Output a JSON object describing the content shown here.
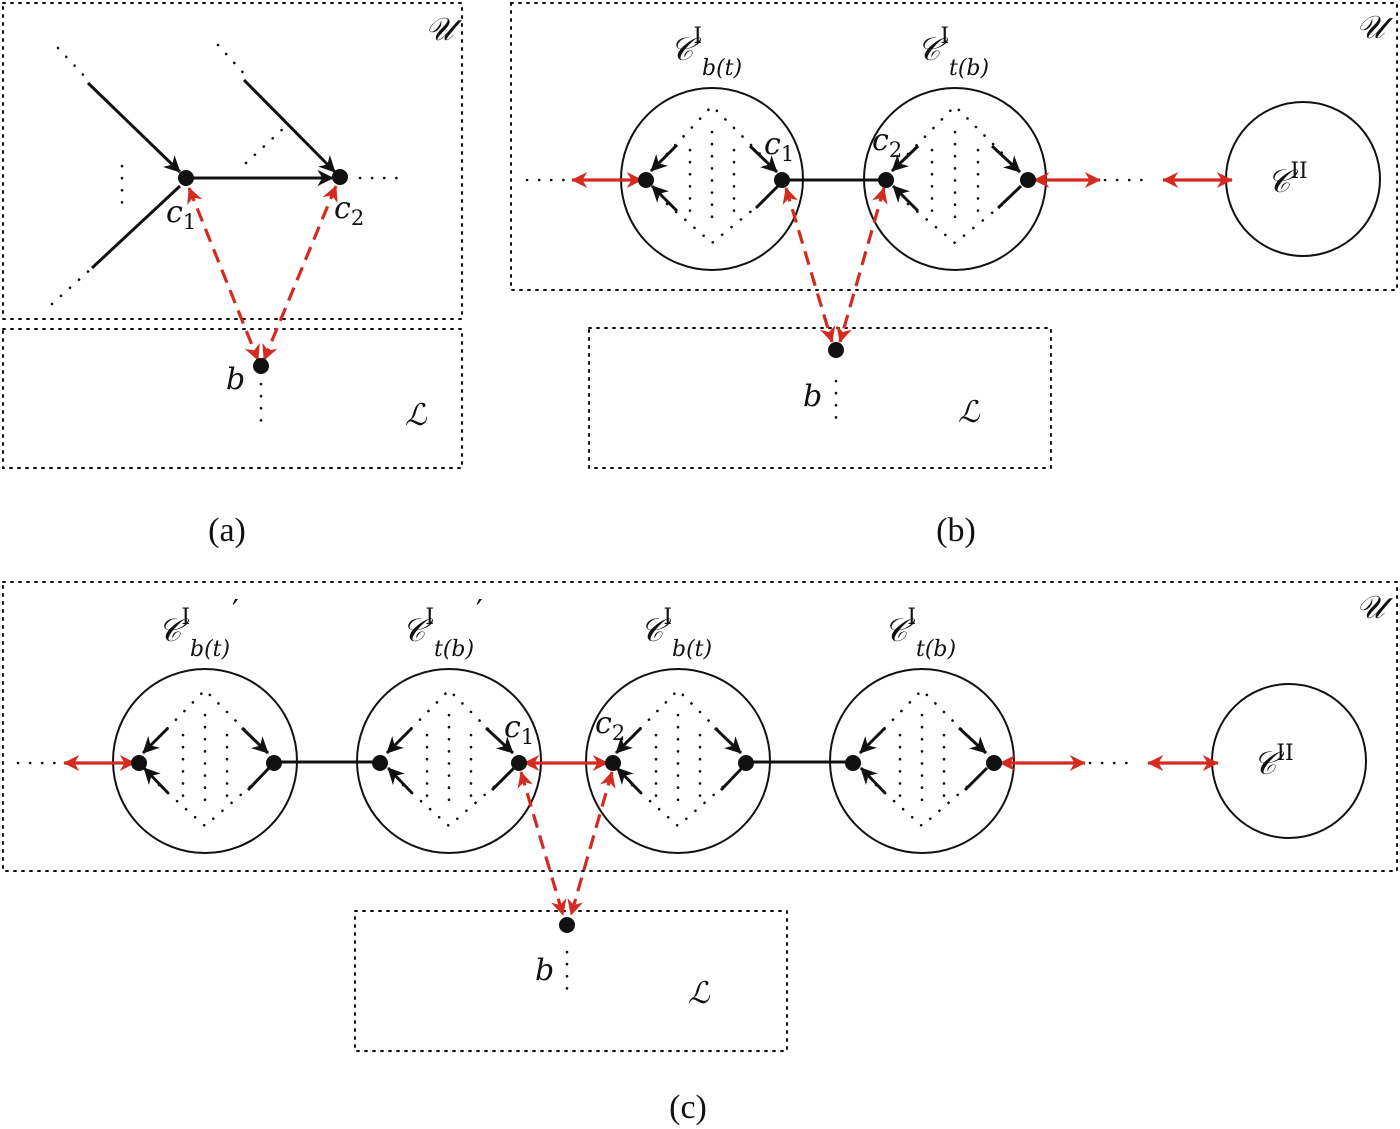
{
  "symbols": {
    "upper_region": "𝒰",
    "lower_region": "ℒ",
    "component": "𝒞",
    "component_prime": "′",
    "component_type_I": "I",
    "component_type_II": "II",
    "sub_b_of_t": "b(t)",
    "sub_t_of_b": "t(b)"
  },
  "nodes": {
    "c": "c",
    "index_1": "1",
    "index_2": "2",
    "b": "b"
  },
  "captions": {
    "a": "(a)",
    "b": "(b)",
    "c": "(c)"
  },
  "colors": {
    "ink": "#111111",
    "bidirectional_edge": "#d42a20"
  }
}
